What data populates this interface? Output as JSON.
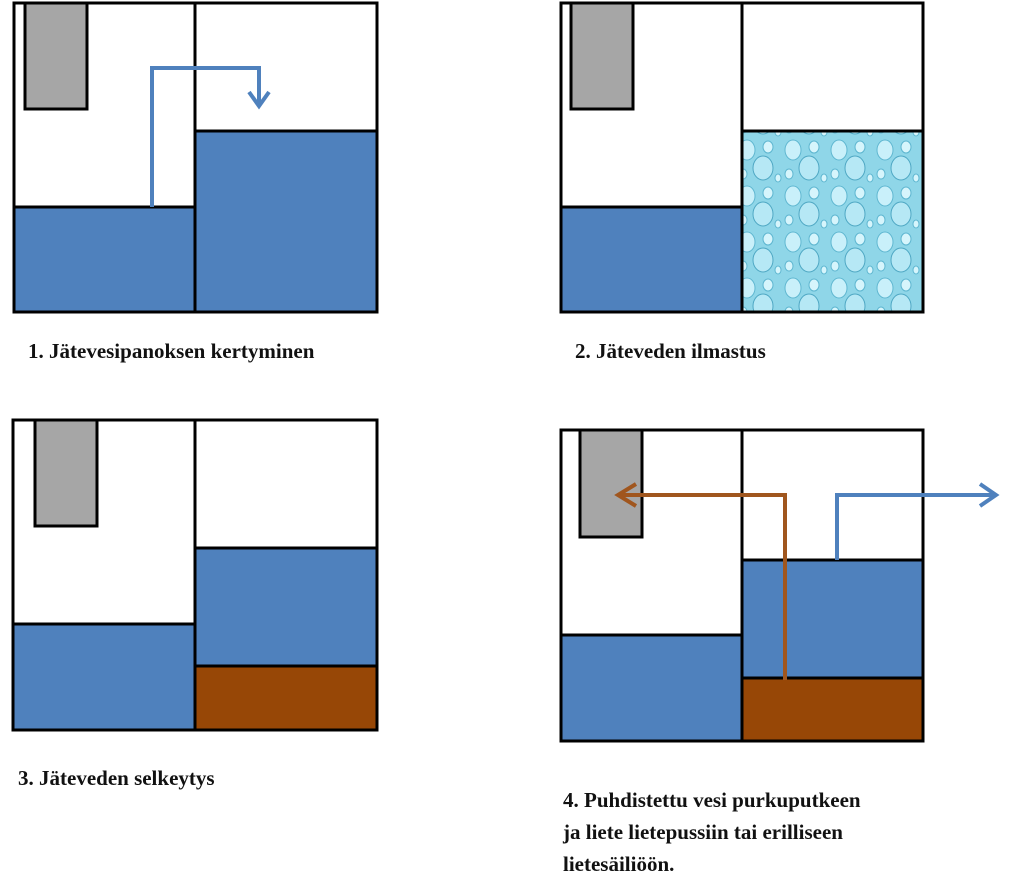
{
  "colors": {
    "water": "#4f81bd",
    "sludge": "#974706",
    "sludge_arrow": "#a0561e",
    "air_bubbles": "#8fd6e8",
    "bag": "#a6a6a6",
    "outline": "#000000"
  },
  "stages": [
    {
      "id": "stage-1",
      "caption_lines": [
        "1. Jätevesipanoksen kertyminen"
      ]
    },
    {
      "id": "stage-2",
      "caption_lines": [
        "2. Jäteveden ilmastus"
      ]
    },
    {
      "id": "stage-3",
      "caption_lines": [
        "3. Jäteveden selkeytys"
      ]
    },
    {
      "id": "stage-4",
      "caption_lines": [
        "4. Puhdistettu vesi purkuputkeen",
        "ja liete lietepussiin tai erilliseen",
        "lietesäiliöön."
      ]
    }
  ]
}
